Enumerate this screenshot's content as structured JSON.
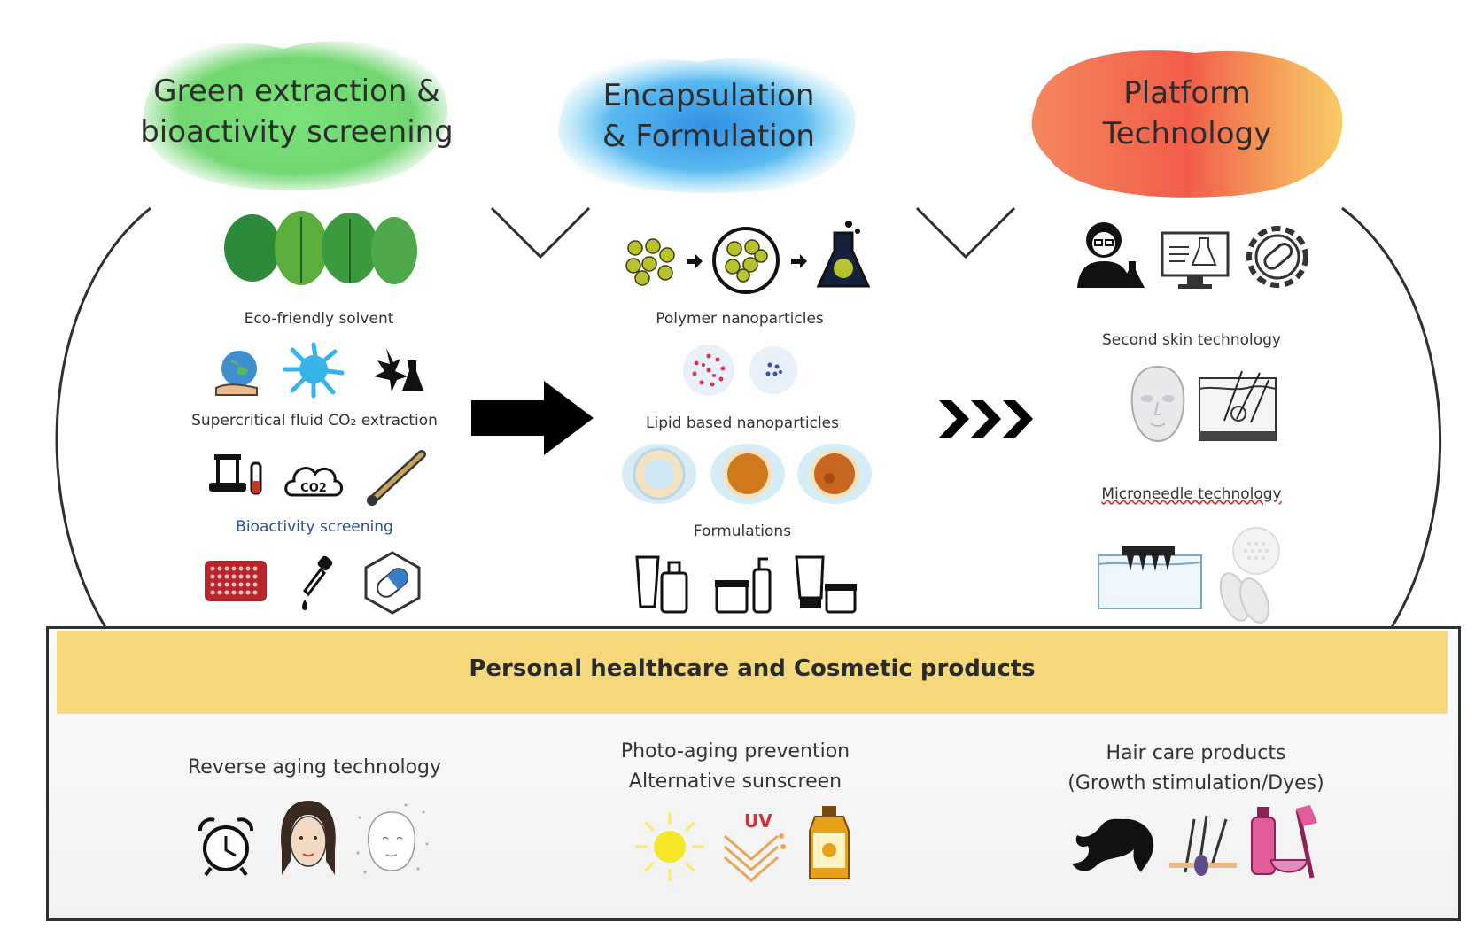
{
  "headers": {
    "left": "Green extraction &\nbioactivity screening",
    "middle": "Encapsulation\n& Formulation",
    "right": "Platform\nTechnology"
  },
  "colors": {
    "left_blob": "#5fd45f",
    "middle_blob": "#3aa0e8",
    "right_blob": "#f48a3a",
    "banner": "#f6d97c",
    "outline": "#2f2f2f"
  },
  "left_column": {
    "label_solvent": "Eco-friendly solvent",
    "label_supercritical": "Supercritical fluid CO₂ extraction",
    "label_bioactivity": "Bioactivity screening",
    "icons": [
      "herbs-icon",
      "earth-hand-icon",
      "splash-icon",
      "plant-flask-icon",
      "apparatus-icon",
      "co2-cloud-icon",
      "thermometer-icon",
      "well-plate-icon",
      "dropper-icon",
      "capsule-icon"
    ],
    "co2_icon_text": "CO2"
  },
  "middle_column": {
    "label_polymer": "Polymer nanoparticles",
    "label_lipid": "Lipid based nanoparticles",
    "label_formulations": "Formulations",
    "icons": [
      "particles-icon",
      "encapsulated-particles-icon",
      "flask-icon",
      "polymer-np-red-icon",
      "polymer-np-blue-icon",
      "liposome-icon",
      "lipid-np-orange-icon",
      "lipid-np-dark-icon",
      "tubes-icon",
      "jars-icon",
      "cream-icon"
    ]
  },
  "right_column": {
    "label_second_skin": "Second skin technology",
    "label_microneedle": "Microneedle technology",
    "icons": [
      "scientist-icon",
      "lab-monitor-icon",
      "gear-capsule-icon",
      "mask-face-icon",
      "skin-layers-icon",
      "microneedle-patch-icon",
      "eye-patch-icon"
    ]
  },
  "banner": {
    "title": "Personal healthcare and Cosmetic products"
  },
  "bottom": {
    "left_label": "Reverse aging technology",
    "middle_label": "Photo-aging prevention\nAlternative sunscreen",
    "right_label": "Hair care products\n(Growth stimulation/Dyes)",
    "uv_text": "UV",
    "icons": [
      "alarm-clock-icon",
      "woman-face-icon",
      "sparkle-face-icon",
      "sun-icon",
      "uv-shield-icon",
      "sunscreen-bottle-icon",
      "hair-silhouette-icon",
      "hair-follicle-icon",
      "hair-dye-icon"
    ]
  }
}
